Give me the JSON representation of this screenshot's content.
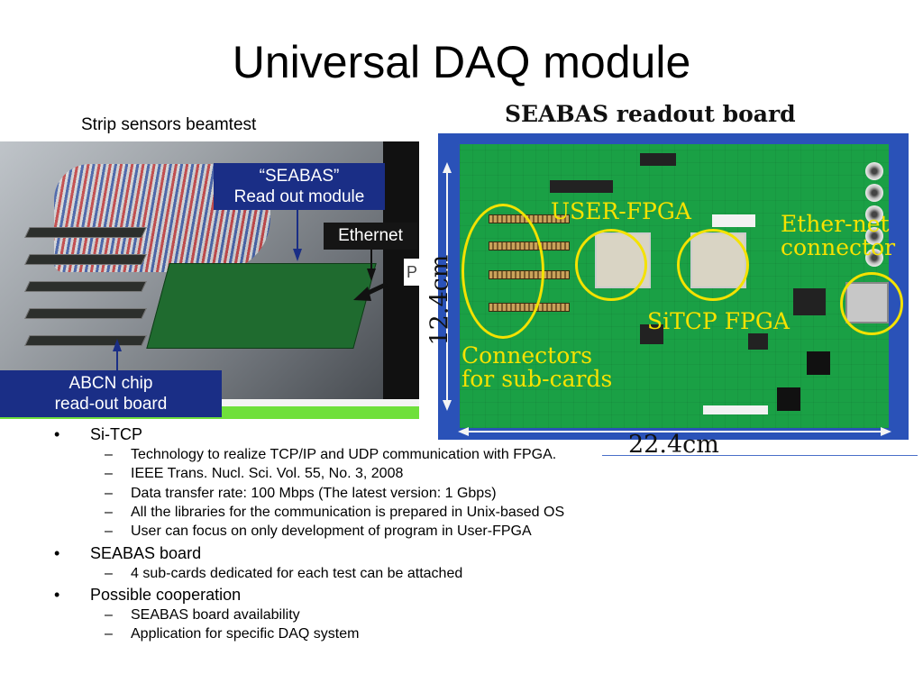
{
  "slide": {
    "title": "Universal DAQ module",
    "left_caption": "Strip sensors beamtest"
  },
  "left_photo": {
    "seabas_label_line1": "“SEABAS”",
    "seabas_label_line2": "Read out module",
    "ethernet_label": "Ethernet",
    "abcn_label_line1": "ABCN chip",
    "abcn_label_line2": "read-out board",
    "partial_label": "P"
  },
  "right_photo": {
    "title": "SEABAS readout board",
    "user_fpga": "USER-FPGA",
    "ethernet_connector_line1": "Ether-net",
    "ethernet_connector_line2": "connector",
    "sitcp_fpga": "SiTCP  FPGA",
    "connectors_line1": "Connectors",
    "connectors_line2": "for sub-cards",
    "height_dim": "12.4cm",
    "width_dim": "22.4cm"
  },
  "bullets": [
    {
      "text": "Si-TCP",
      "sub": [
        "Technology to realize TCP/IP and UDP communication with FPGA.",
        "IEEE Trans. Nucl. Sci. Vol. 55, No. 3, 2008",
        "Data transfer rate: 100 Mbps (The latest version: 1 Gbps)",
        "All the libraries for the communication is prepared in Unix-based OS",
        "User can focus on only development of program in User-FPGA"
      ]
    },
    {
      "text": "SEABAS board",
      "sub": [
        "4 sub-cards dedicated for each test can be attached"
      ]
    },
    {
      "text": "Possible cooperation",
      "sub": [
        "SEABAS board availability",
        "Application for specific DAQ system"
      ]
    }
  ]
}
